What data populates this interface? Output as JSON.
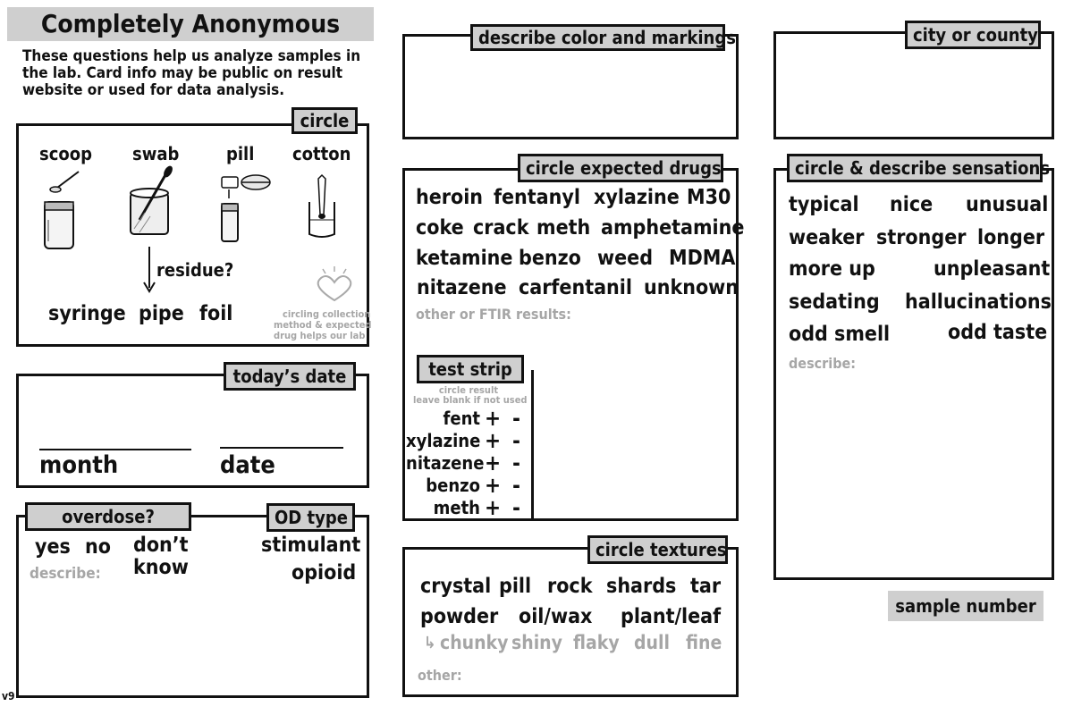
{
  "header": {
    "title": "Completely Anonymous",
    "intro": [
      "These questions help us analyze samples in",
      "the lab. Card info may be public on result",
      "website or used for data analysis."
    ]
  },
  "collection": {
    "label": "circle",
    "methods": [
      "scoop",
      "swab",
      "pill",
      "cotton"
    ],
    "residue_label": "residue?",
    "residue_methods": [
      "syringe",
      "pipe",
      "foil"
    ],
    "note": [
      "circling collection",
      "method & expected",
      "drug helps our lab"
    ]
  },
  "date": {
    "label": "today’s date",
    "month": "month",
    "date": "date"
  },
  "overdose": {
    "label": "overdose?",
    "yes": "yes",
    "no": "no",
    "dont_know": [
      "don’t",
      "know"
    ],
    "describe": "describe:",
    "type_label": "OD type",
    "types": [
      "stimulant",
      "opioid"
    ]
  },
  "color": {
    "label": "describe color and markings"
  },
  "drugs": {
    "label": "circle expected drugs",
    "rows": [
      [
        "heroin",
        "fentanyl",
        "xylazine",
        "M30"
      ],
      [
        "coke",
        "crack",
        "meth",
        "amphetamine"
      ],
      [
        "ketamine",
        "benzo",
        "weed",
        "MDMA"
      ],
      [
        "nitazene",
        "carfentanil",
        "unknown"
      ]
    ],
    "other": "other or FTIR results:"
  },
  "test_strip": {
    "label": "test strip",
    "hint": [
      "circle result",
      "leave blank if not used"
    ],
    "items": [
      "fent",
      "xylazine",
      "nitazene",
      "benzo",
      "meth"
    ],
    "plus": "+",
    "minus": "-"
  },
  "textures": {
    "label": "circle textures",
    "row1": [
      "crystal",
      "pill",
      "rock",
      "shards",
      "tar"
    ],
    "row2": [
      "powder",
      "oil/wax",
      "plant/leaf"
    ],
    "arrow": "↳",
    "sub": [
      "chunky",
      "shiny",
      "flaky",
      "dull",
      "fine"
    ],
    "other": "other:"
  },
  "city": {
    "label": "city or county"
  },
  "sensations": {
    "label": "circle & describe sensations",
    "rows": [
      [
        "typical",
        "nice",
        "unusual"
      ],
      [
        "weaker",
        "stronger",
        "longer"
      ],
      [
        "more up",
        "unpleasant"
      ],
      [
        "sedating",
        "hallucinations"
      ],
      [
        "odd smell",
        "odd taste"
      ]
    ],
    "describe": "describe:"
  },
  "sample_number": "sample number",
  "version": "v9"
}
